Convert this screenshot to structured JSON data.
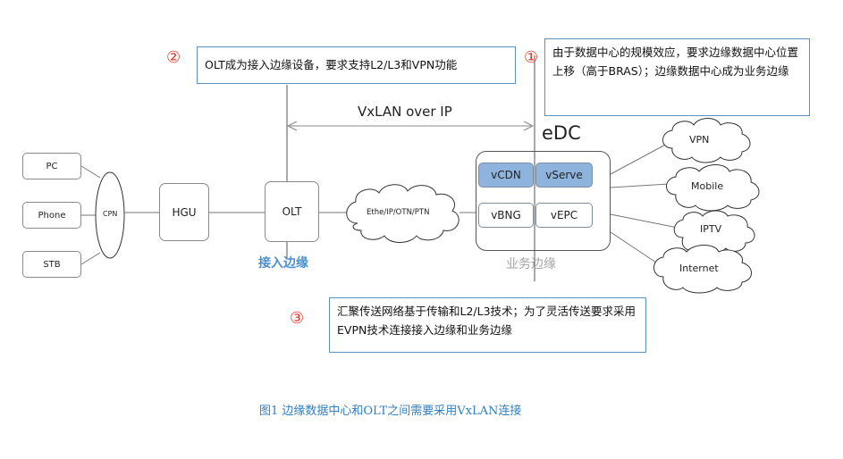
{
  "notes": [
    {
      "marker": "②",
      "text": "OLT成为接入边缘设备，要求支持L2/L3和VPN功能"
    },
    {
      "marker": "①",
      "text": "由于数据中心的规模效应，要求边缘数据中心位置上移（高于BRAS）；边缘数据中心成为业务边缘"
    },
    {
      "marker": "③",
      "text": "汇聚传送网络基于传输和L2/L3技术；为了灵活传送要求采用EVPN技术连接接入边缘和业务边缘"
    }
  ],
  "vxlan_label": "VxLAN over IP",
  "devices": {
    "pc": "PC",
    "phone": "Phone",
    "stb": "STB",
    "cpn": "CPN",
    "hgu": "HGU",
    "olt": "OLT",
    "transport": "Ethe/IP/OTN/PTN"
  },
  "edc": {
    "title": "eDC",
    "services": [
      "vCDN",
      "vServe",
      "vBNG",
      "vEPC"
    ]
  },
  "clouds": [
    "VPN",
    "Mobile",
    "IPTV",
    "Internet"
  ],
  "edge_labels": {
    "access_edge": "接入边缘",
    "service_edge": "业务边缘"
  },
  "caption": "图1  边缘数据中心和OLT之间需要采用VxLAN连接",
  "colors": {
    "marker_red": "#e53b2c",
    "note_border": "#5b92c4",
    "service_highlight": "#8eb4dd",
    "access_edge_blue": "#4a8fd0",
    "service_edge_gray": "#a5a5a5",
    "caption_blue": "#2f7fc3"
  }
}
